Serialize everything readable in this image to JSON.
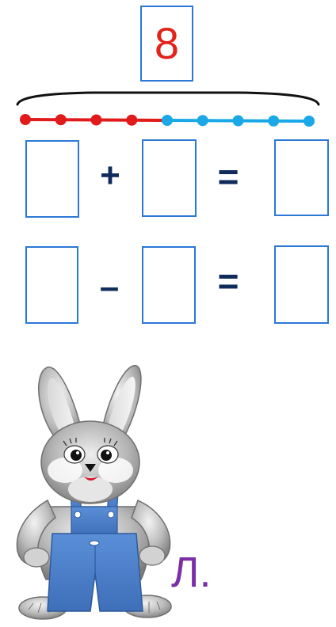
{
  "total": "8",
  "beads": {
    "red_count": 4,
    "blue_count": 5,
    "red_color": "#e01b1b",
    "blue_color": "#1aa8e6"
  },
  "addition_row": {
    "operator": "+",
    "equals": "="
  },
  "subtraction_row": {
    "operator": "–",
    "equals": "="
  },
  "caption": "Л.",
  "colors": {
    "box_border": "#2b78d6",
    "total_text": "#e2231a",
    "operator_text": "#0f2b5a",
    "caption_text": "#7b2fa7",
    "overalls": "#4a7fc9"
  }
}
